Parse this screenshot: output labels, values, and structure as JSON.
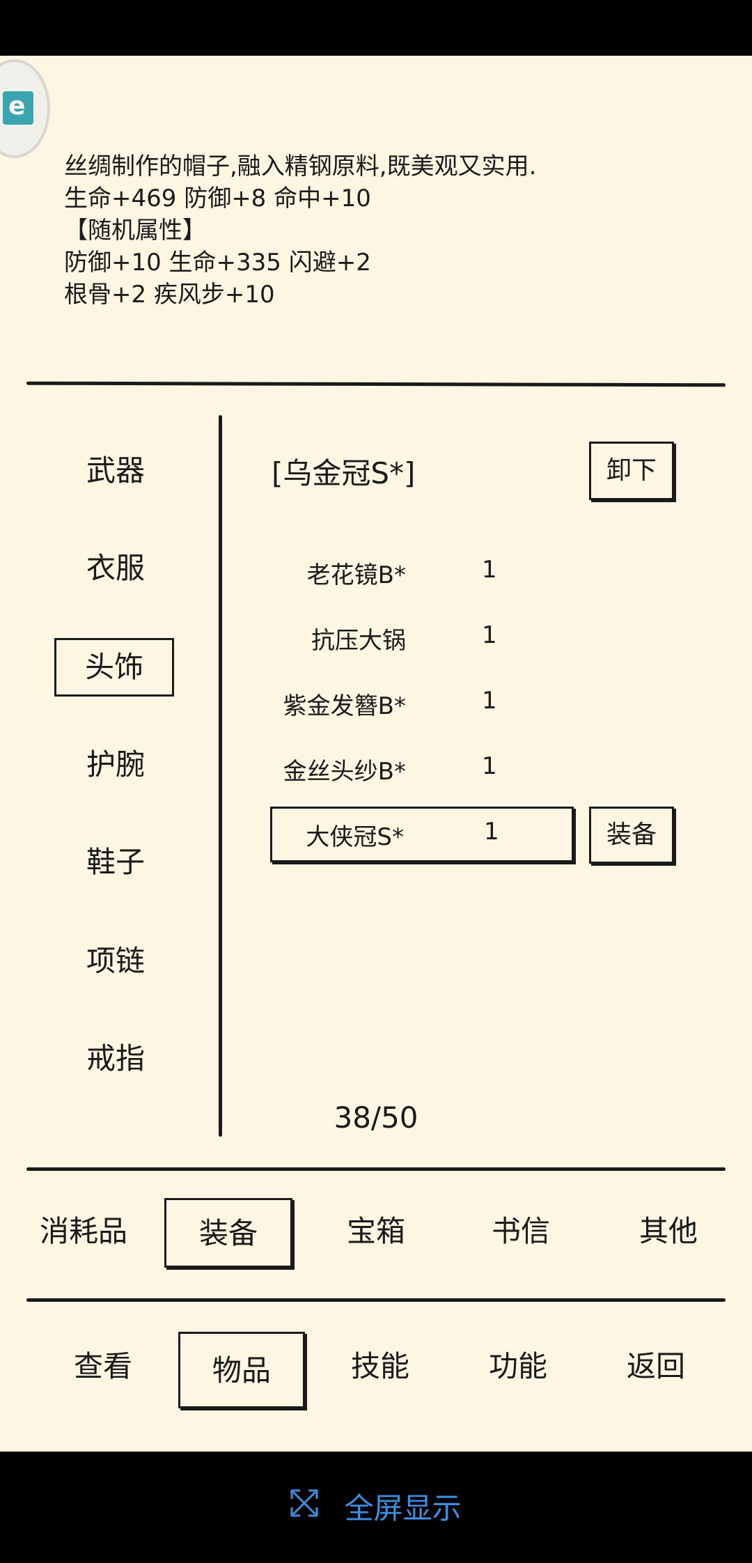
{
  "description": {
    "lines": [
      "丝绸制作的帽子,融入精钢原料,既美观又实用.",
      "生命+469 防御+8 命中+10",
      "【随机属性】",
      "防御+10 生命+335 闪避+2",
      "根骨+2 疾风步+10"
    ]
  },
  "categories": [
    "武器",
    "衣服",
    "头饰",
    "护腕",
    "鞋子",
    "项链",
    "戒指"
  ],
  "selected_category": "头饰",
  "equipped": {
    "name": "[乌金冠S*]",
    "unequip_label": "卸下"
  },
  "items": [
    {
      "name": "老花镜B*",
      "qty": "1"
    },
    {
      "name": "抗压大锅",
      "qty": "1"
    },
    {
      "name": "紫金发簪B*",
      "qty": "1"
    },
    {
      "name": "金丝头纱B*",
      "qty": "1"
    },
    {
      "name": "大侠冠S*",
      "qty": "1"
    }
  ],
  "equip_label": "装备",
  "capacity": "38/50",
  "item_tabs": [
    "消耗品",
    "装备",
    "宝箱",
    "书信",
    "其他"
  ],
  "selected_item_tab": "装备",
  "main_nav": [
    "查看",
    "物品",
    "技能",
    "功能",
    "返回"
  ],
  "selected_main_nav": "物品",
  "fullscreen_label": "全屏显示",
  "colors": {
    "paper": "#fdf6e3",
    "ink": "#1a1a1a",
    "accent_blue": "#3d8fe0"
  },
  "icons": {
    "overlay": "app-logo-icon",
    "fullscreen": "fullscreen-icon"
  }
}
